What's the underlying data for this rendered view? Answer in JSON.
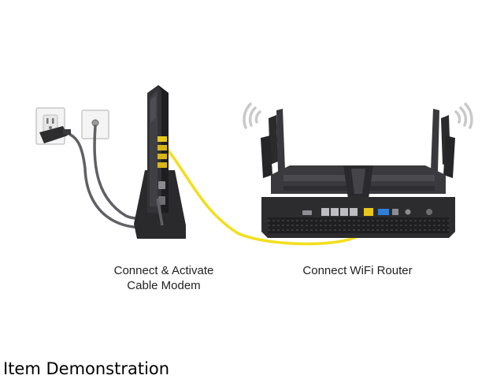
{
  "captions": {
    "modem_line1": "Connect & Activate",
    "modem_line2": "Cable Modem",
    "router": "Connect WiFi Router"
  },
  "footer": {
    "label": "Item Demonstration"
  },
  "icons": {
    "power_outlet": "power-outlet-icon",
    "coax_wall_plate": "coax-wall-plate-icon",
    "modem": "cable-modem-icon",
    "router": "wifi-router-icon",
    "wifi_signal": "wifi-signal-icon"
  },
  "colors": {
    "ethernet_cable": "#f2df1e",
    "device_body": "#2c2c2f",
    "cable_gray": "#5f6063",
    "yellow_port": "#e8c81a",
    "blue_port": "#2f7fd8",
    "wifi_arc": "#c9c9c9"
  }
}
